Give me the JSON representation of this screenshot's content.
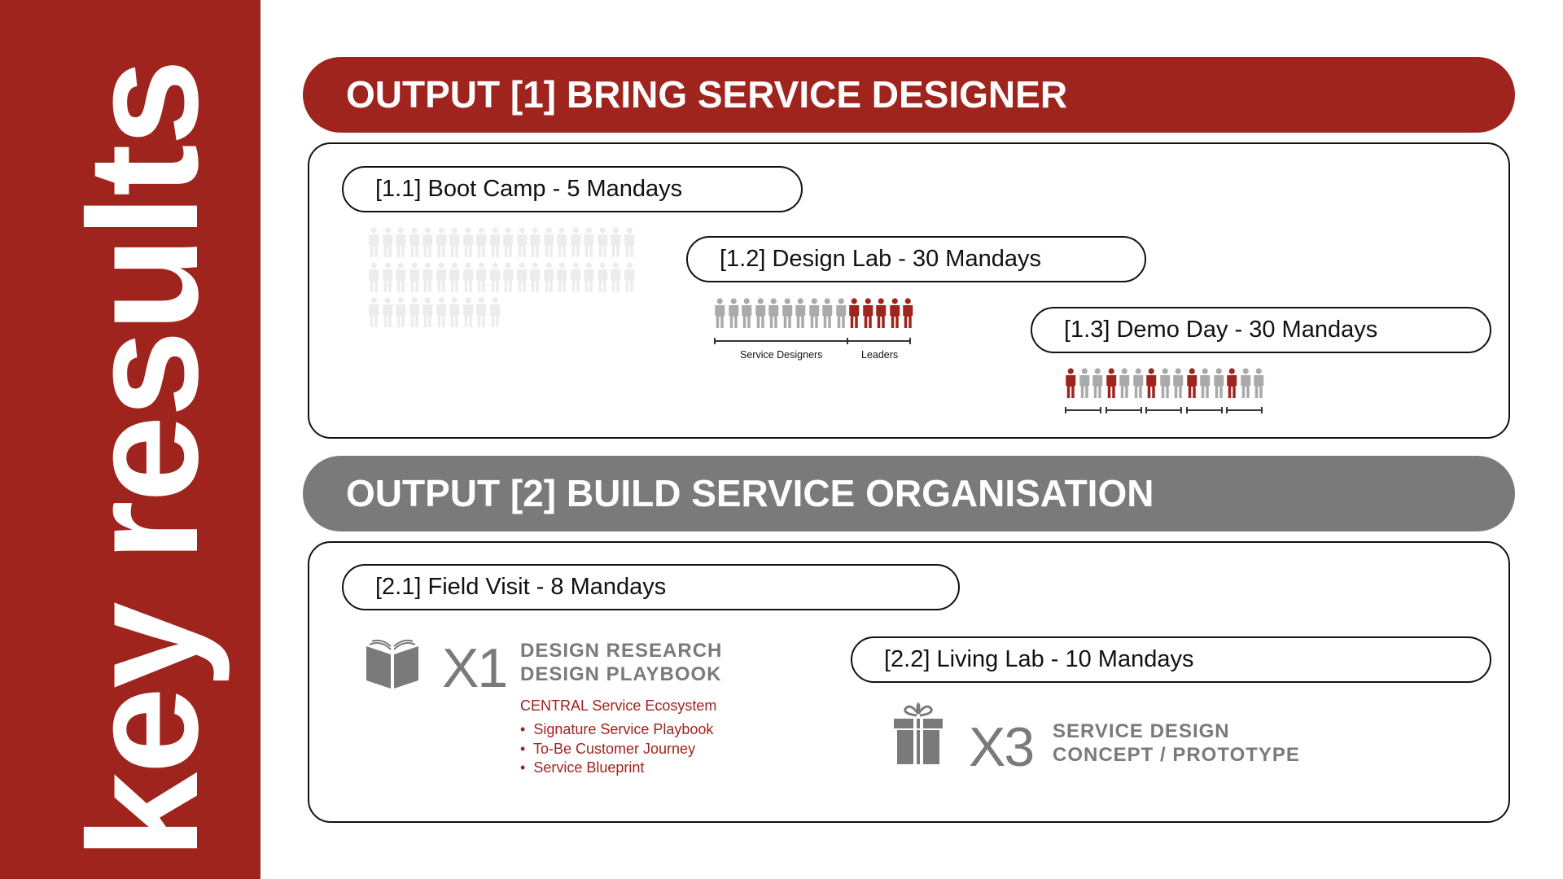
{
  "sidebar": {
    "title": "key results"
  },
  "output1": {
    "title": "OUTPUT [1] BRING SERVICE DESIGNER",
    "boot_camp": {
      "label": "[1.1] Boot Camp - 5 Mandays",
      "people": 50,
      "per_row": 20,
      "color": "#ececec"
    },
    "design_lab": {
      "label": "[1.2] Design Lab - 30 Mandays",
      "service_designers": 10,
      "leaders": 5,
      "sd_label": "Service Designers",
      "leaders_label": "Leaders"
    },
    "demo_day": {
      "label": "[1.3] Demo Day - 30 Mandays",
      "groups": 5,
      "per_group": 3,
      "leaders_per_group": 1
    }
  },
  "output2": {
    "title": "OUTPUT [2] BUILD SERVICE ORGANISATION",
    "field_visit": {
      "label": "[2.1] Field Visit - 8 Mandays",
      "multiplier": "X1",
      "deliverable_line1": "DESIGN RESEARCH",
      "deliverable_line2": "DESIGN PLAYBOOK",
      "icon": "book-icon",
      "ecosystem_title": "CENTRAL Service Ecosystem",
      "items": [
        "Signature Service Playbook",
        "To-Be Customer Journey",
        "Service Blueprint"
      ]
    },
    "living_lab": {
      "label": "[2.2] Living Lab - 10 Mandays",
      "multiplier": "X3",
      "deliverable_line1": "SERVICE DESIGN",
      "deliverable_line2": "CONCEPT / PROTOTYPE",
      "icon": "gift-icon"
    }
  },
  "colors": {
    "accent": "#a0241e",
    "grey": "#7a7a7a",
    "figure_grey": "#aaaaaa",
    "figure_light": "#ececec"
  }
}
